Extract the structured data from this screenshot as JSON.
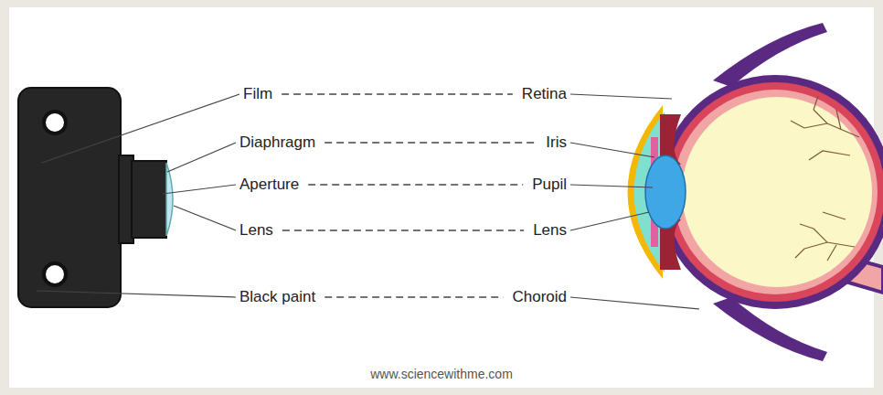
{
  "diagram": {
    "labels": [
      "Film",
      "Retina",
      "Diaphragm",
      "Iris",
      "Aperture",
      "Pupil",
      "Lens",
      "Lens",
      "Black paint",
      "Choroid",
      "www.sciencewithme.com"
    ]
  }
}
